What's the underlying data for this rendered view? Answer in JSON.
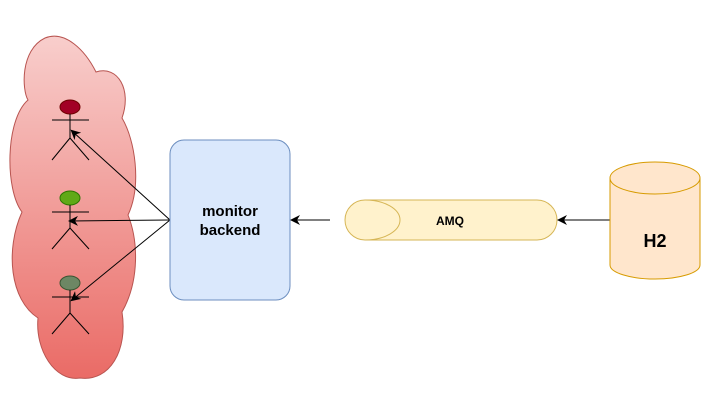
{
  "diagram": {
    "nodes": {
      "backend": {
        "label_line1": "monitor",
        "label_line2": "backend"
      },
      "queue": {
        "label": "AMQ"
      },
      "database": {
        "label": "H2"
      },
      "actors": [
        {
          "head_color": "#a20025"
        },
        {
          "head_color": "#60a917"
        },
        {
          "head_color": "#6d8764"
        }
      ]
    },
    "edges": [
      {
        "from": "database",
        "to": "queue"
      },
      {
        "from": "queue",
        "to": "backend"
      },
      {
        "from": "backend",
        "to": "actor-1"
      },
      {
        "from": "backend",
        "to": "actor-2"
      },
      {
        "from": "backend",
        "to": "actor-3"
      }
    ],
    "colors": {
      "cloud_top": "#f8cecc",
      "cloud_bottom": "#ea6b66",
      "cloud_stroke": "#b85450",
      "backend_fill": "#dae8fc",
      "backend_stroke": "#6c8ebf",
      "queue_fill": "#fff2cc",
      "queue_stroke": "#d6b656",
      "db_fill": "#ffe6cc",
      "db_stroke": "#d79b00"
    }
  }
}
